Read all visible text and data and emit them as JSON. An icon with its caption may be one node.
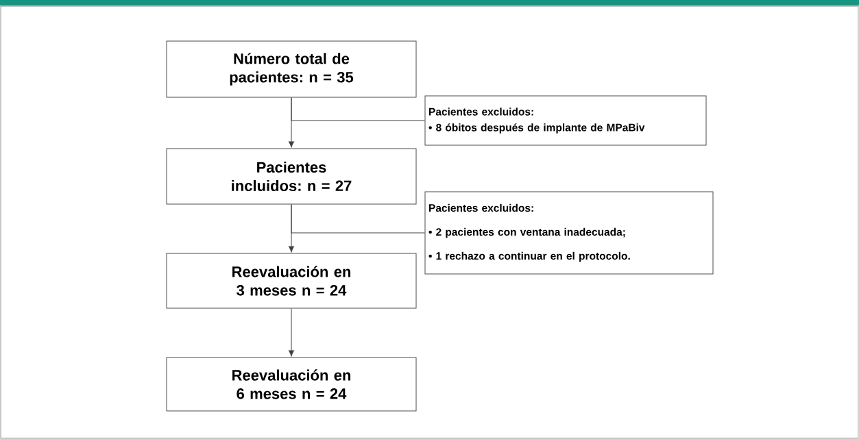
{
  "diagram": {
    "nodes": [
      {
        "text": [
          "Número total de pacientes: n = 35"
        ]
      },
      {
        "text": [
          "Pacientes excluidos:",
          "• 8 óbitos después de implante de MPaBiv"
        ]
      },
      {
        "text": [
          "Pacientes incluidos: n = 27"
        ]
      },
      {
        "text": [
          "Pacientes excluidos:",
          "• 2 pacientes con ventana inadecuada;",
          "• 1 rechazo a continuar en el protocolo."
        ]
      },
      {
        "text": [
          "Reevaluación en 3 meses n = 24"
        ]
      },
      {
        "text": [
          "Reevaluación en 6 meses n = 24"
        ]
      }
    ],
    "edges": [
      {
        "from": 0,
        "to": 2,
        "arrow": "to"
      },
      {
        "from": 0,
        "to": 1,
        "arrow": "none"
      },
      {
        "from": 2,
        "to": 4,
        "arrow": "to"
      },
      {
        "from": 2,
        "to": 3,
        "arrow": "none"
      },
      {
        "from": 4,
        "to": 5,
        "arrow": "to"
      }
    ]
  }
}
